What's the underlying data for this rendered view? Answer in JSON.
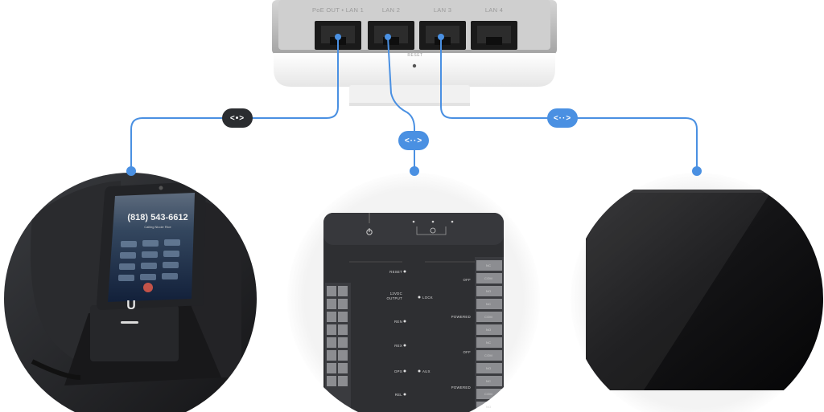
{
  "switch": {
    "ports": [
      "PoE OUT • LAN 1",
      "LAN 2",
      "LAN 3",
      "LAN 4"
    ],
    "reset_label": "RESET"
  },
  "connectors": {
    "left_badge": "<•>",
    "middle_badge": "<··>",
    "right_badge": "<··>"
  },
  "phone": {
    "number": "(818) 543-6612",
    "status": "Calling Nicole Rice"
  },
  "hub": {
    "left_labels": [
      "RESET",
      "12VDC\nOUTPUT",
      "REN",
      "REX",
      "DPS",
      "REL"
    ],
    "mid_labels": [
      "LOCK",
      "AUX"
    ],
    "right_labels": [
      "OFF",
      "POWERED",
      "OFF",
      "POWERED"
    ],
    "relay_labels": [
      "NC",
      "COM",
      "NO",
      "NC",
      "COM",
      "NO",
      "NC",
      "COM",
      "NO",
      "NC",
      "COM",
      "NO"
    ]
  },
  "colors": {
    "accent_blue": "#4a90e2",
    "dark_badge": "#2b2d30",
    "device_black": "#1c1c1e"
  }
}
